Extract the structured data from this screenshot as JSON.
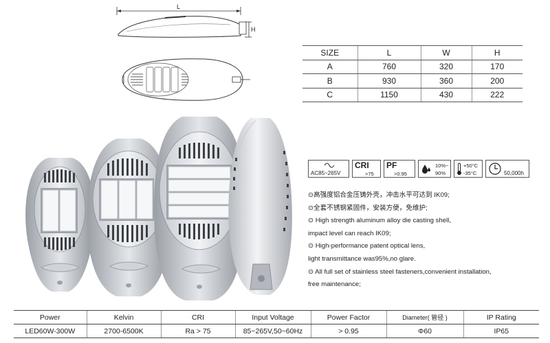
{
  "drawings": {
    "length_label": "L",
    "height_label": "H"
  },
  "size_table": {
    "headers": [
      "SIZE",
      "L",
      "W",
      "H"
    ],
    "rows": [
      [
        "A",
        "760",
        "320",
        "170"
      ],
      [
        "B",
        "930",
        "360",
        "200"
      ],
      [
        "C",
        "1150",
        "430",
        "222"
      ]
    ]
  },
  "badges": {
    "voltage": "AC85~265V",
    "cri_title": "CRI",
    "cri_value": ">75",
    "pf_title": "PF",
    "pf_value": ">0.95",
    "humidity_top": "10%~",
    "humidity_bottom": "90%",
    "temp_top": "+50°C",
    "temp_bottom": "-35°C",
    "lifetime": "50,000h"
  },
  "features": [
    "⊙高强度铝合金压铸外壳，冲击水平可达到 IK09;",
    "⊙全套不锈钢紧固件，安装方便，免维护;",
    "⊙ High strength aluminum alloy die casting shell,",
    "impact level can reach IK09;",
    "⊙ High-performance patent optical lens,",
    "light transmittance was95%,no glare.",
    "⊙ All full set of stainless steel fasteners,convenient installation,",
    "free maintenance;"
  ],
  "spec_table": {
    "headers": [
      "Power",
      "Kelvin",
      "CRI",
      "Input Voltage",
      "Power Factor",
      "Diameter( 管径 )",
      "IP Rating"
    ],
    "row": [
      "LED60W-300W",
      "2700-6500K",
      "Ra > 75",
      "85~265V,50~60Hz",
      "> 0.95",
      "Φ60",
      "IP65"
    ]
  }
}
